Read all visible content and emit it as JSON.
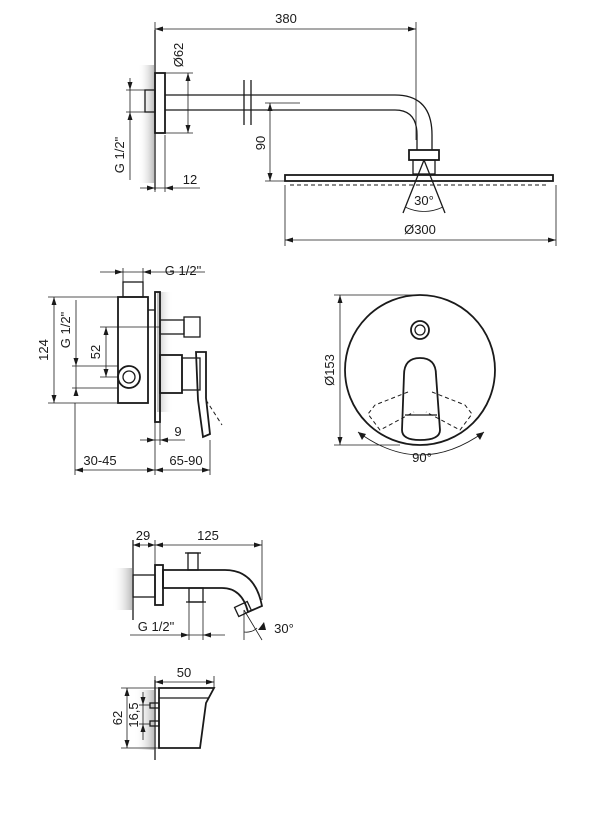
{
  "shower_head": {
    "dim_380": "380",
    "dim_d62": "Ø62",
    "dim_g12": "G 1/2\"",
    "dim_12": "12",
    "dim_90": "90",
    "dim_30deg": "30°",
    "dim_d300": "Ø300"
  },
  "mixer": {
    "dim_g12_top": "G 1/2\"",
    "dim_124": "124",
    "dim_g12_side": "G 1/2\"",
    "dim_52": "52",
    "dim_9": "9",
    "dim_30_45": "30-45",
    "dim_65_90": "65-90"
  },
  "plate": {
    "dim_d153": "Ø153",
    "dim_90deg": "90°"
  },
  "spout": {
    "dim_29": "29",
    "dim_125": "125",
    "dim_g12": "G 1/2\"",
    "dim_30deg": "30°"
  },
  "holder": {
    "dim_50": "50",
    "dim_62": "62",
    "dim_16_5": "16,5"
  }
}
